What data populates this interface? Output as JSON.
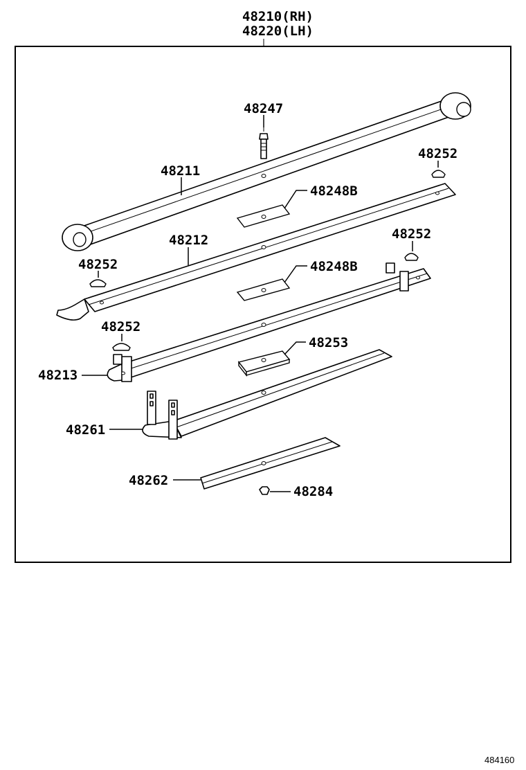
{
  "header": {
    "assembly_rh": "48210(RH)",
    "assembly_lh": "48220(LH)"
  },
  "parts": {
    "bolt": "48247",
    "leaf_1": "48211",
    "leaf_2": "48212",
    "leaf_3": "48213",
    "leaf_4": "48261",
    "leaf_5": "48262",
    "insert_1": "48248B",
    "insert_2": "48248B",
    "spacer": "48253",
    "nut": "48284",
    "bumper_1": "48252",
    "bumper_2": "48252",
    "bumper_3": "48252",
    "bumper_4": "48252"
  },
  "footer": {
    "diagram_id": "484160"
  }
}
